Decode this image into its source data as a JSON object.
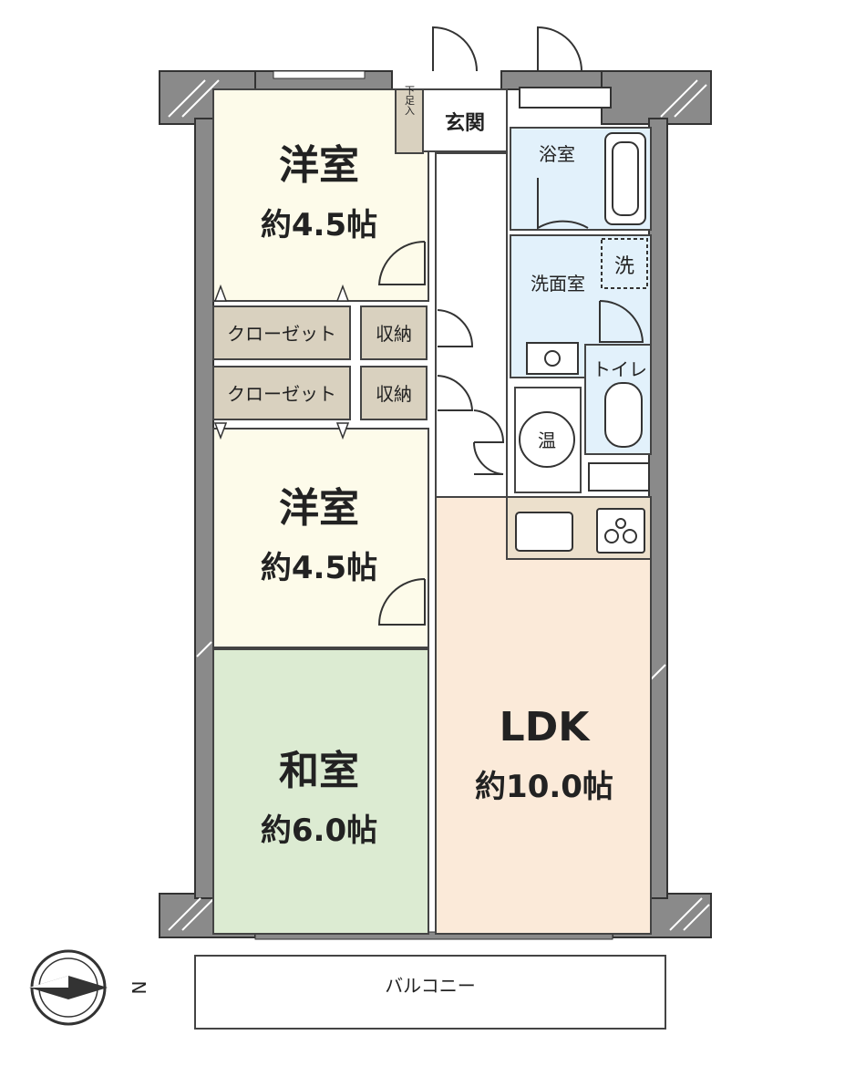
{
  "rooms": {
    "western_room_1": {
      "name": "洋室",
      "size": "約4.5帖"
    },
    "western_room_2": {
      "name": "洋室",
      "size": "約4.5帖"
    },
    "japanese_room": {
      "name": "和室",
      "size": "約6.0帖"
    },
    "ldk": {
      "name": "LDK",
      "size": "約10.0帖"
    }
  },
  "labels": {
    "entrance": "玄関",
    "shoe_storage": "下足入",
    "bathroom": "浴室",
    "washroom": "洗面室",
    "washer": "洗",
    "toilet": "トイレ",
    "water_heater": "温",
    "closet_1": "クローゼット",
    "closet_2": "クローゼット",
    "storage_1": "収納",
    "storage_2": "収納",
    "balcony": "バルコニー",
    "north": "N"
  },
  "colors": {
    "wall": "#8a8a8a",
    "western_room": "#fdfbea",
    "closet": "#d9d1bf",
    "japanese_room": "#dcebd2",
    "ldk": "#fbead9",
    "wet_area": "#e2f1fb",
    "hall": "#ffffff"
  }
}
